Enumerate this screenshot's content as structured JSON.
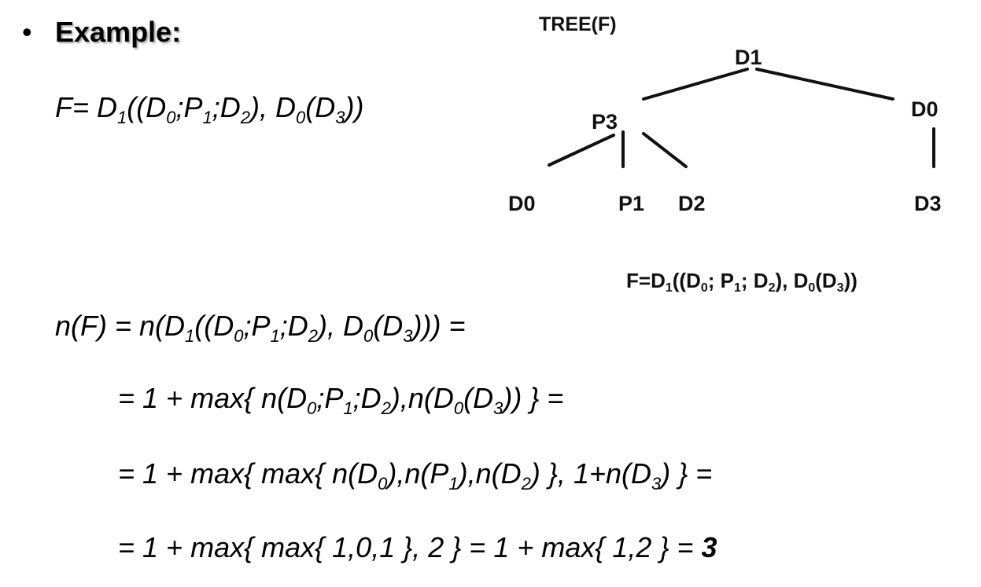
{
  "slide": {
    "bullet": "•",
    "heading": "Example:",
    "formula_line": {
      "prefix": "F= D",
      "s1": "1",
      "t1": "((D",
      "s2": "0",
      "t2": ";P",
      "s3": "1",
      "t3": ";D",
      "s4": "2",
      "t4": "), D",
      "s5": "0",
      "t5": "(D",
      "s6": "3",
      "t6": "))"
    },
    "derivation": [
      {
        "a": "n(F) = n(D",
        "s1": "1",
        "b": "((D",
        "s2": "0",
        "c": ";P",
        "s3": "1",
        "d": ";D",
        "s4": "2",
        "e": "), D",
        "s5": "0",
        "f": "(D",
        "s6": "3",
        "g": "))) ="
      },
      {
        "a": "= 1 + max{ n(D",
        "s1": "0",
        "b": ";P",
        "s2": "1",
        "c": ";D",
        "s3": "2",
        "d": "),n(D",
        "s4": "0",
        "e": "(D",
        "s5": "3",
        "f": ")) } ="
      },
      {
        "a": "= 1 + max{ max{ n(D",
        "s1": "0",
        "b": "),n(P",
        "s2": "1",
        "c": "),n(D",
        "s3": "2",
        "d": ") }, 1+n(D",
        "s4": "3",
        "e": ") } ="
      },
      {
        "a": "= 1 + max{ max{ 1,0,1 }, 2 } = 1 + max{ 1,2 } = ",
        "result": "3"
      }
    ]
  },
  "tree": {
    "title": "TREE(F)",
    "root": "D1",
    "left_child": "P3",
    "right_child": "D0",
    "leaves": [
      "D0",
      "P1",
      "D2",
      "D3"
    ],
    "caption": {
      "a": "F=D",
      "s1": "1",
      "b": "((D",
      "s2": "0",
      "c": "; P",
      "s3": "1",
      "d": "; D",
      "s4": "2",
      "e": "), D",
      "s5": "0",
      "f": "(D",
      "s6": "3",
      "g": "))"
    }
  }
}
